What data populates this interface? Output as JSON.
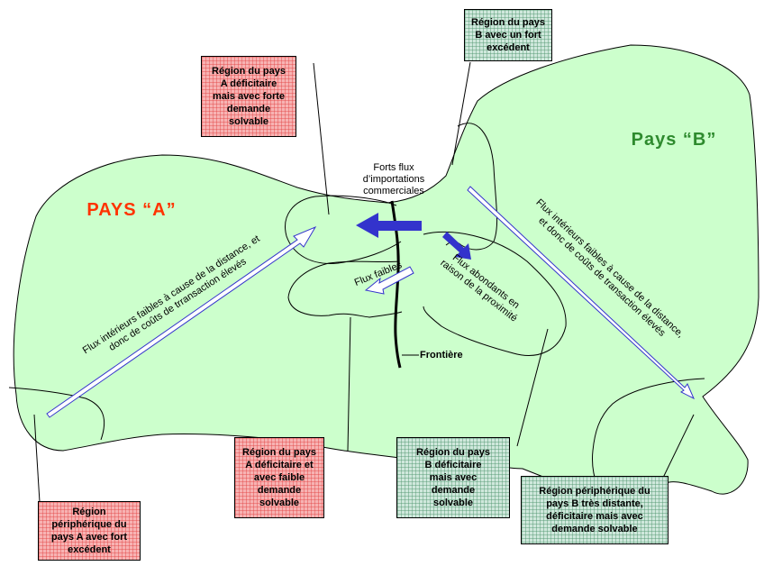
{
  "countries": {
    "a": {
      "label": "PAYS “A”",
      "color": "#ff3300"
    },
    "b": {
      "label": "Pays “B”",
      "color": "#2e8b2e"
    }
  },
  "land_color": "#ccffcc",
  "arrow_color": "#3333cc",
  "labels": {
    "forts_flux": "Forts flux\nd’importations\ncommerciales",
    "flux_faibles": "Flux faibles",
    "frontiere": "Frontière",
    "flux_abondants": "Flux abondants en\nraison de la proximité",
    "flux_interieurs_a": "Flux intérieurs faibles à cause de la distance, et\ndonc de coûts de trransaction élevés",
    "flux_interieurs_b": "Flux intérieurs faibles à cause de la distance,\net donc de coûts de transaction élevés"
  },
  "boxes": {
    "b_excedent": "Région du pays\nB avec un fort\nexcédent",
    "a_forte_demande": "Région du pays\nA déficitaire\nmais avec forte\ndemande\nsolvable",
    "a_faible_demande": "Région du pays\nA déficitaire et\navec faible\ndemande\nsolvable",
    "b_deficitaire": "Région du pays\nB  déficitaire\nmais avec\ndemande\nsolvable",
    "b_peripherique": "Région périphérique du\npays B très distante,\ndéficitaire mais avec\ndemande solvable",
    "a_peripherique": "Région\npériphérique du\npays A avec fort\nexcédent"
  }
}
